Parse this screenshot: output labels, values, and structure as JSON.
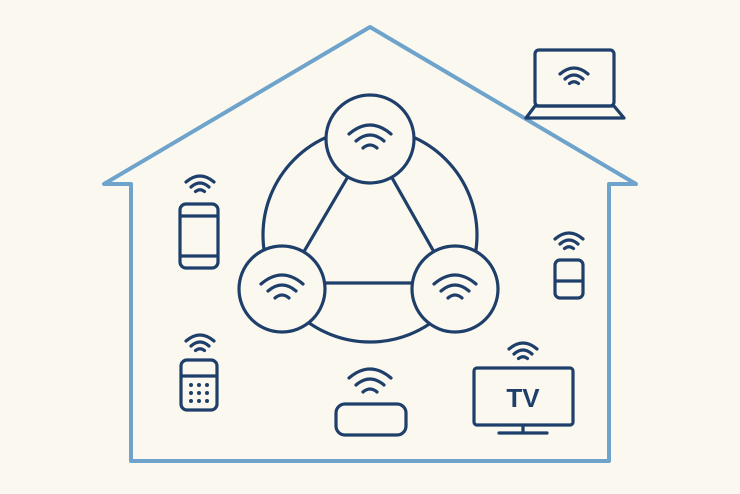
{
  "colors": {
    "background": "#fbf8f0",
    "house_outline": "#6ea3cc",
    "icon_ink": "#1f3f6b"
  },
  "diagram": {
    "house": {
      "shape": "house-outline"
    },
    "mesh": {
      "nodes": [
        "mesh-router-node-top",
        "mesh-router-node-left",
        "mesh-router-node-right"
      ],
      "links": 3
    },
    "devices": [
      {
        "name": "laptop",
        "icon": "laptop-icon"
      },
      {
        "name": "smartphone",
        "icon": "smartphone-icon"
      },
      {
        "name": "smart-speaker",
        "icon": "smart-speaker-icon"
      },
      {
        "name": "remote-control",
        "icon": "remote-control-icon"
      },
      {
        "name": "streaming-box",
        "icon": "streaming-box-icon"
      },
      {
        "name": "television",
        "icon": "tv-icon",
        "label": "TV"
      }
    ]
  }
}
